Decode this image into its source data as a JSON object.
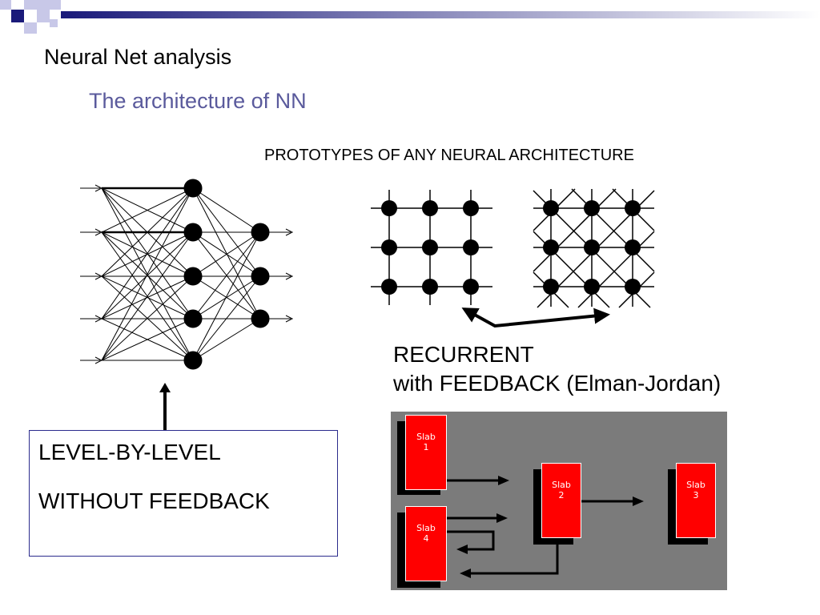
{
  "slide": {
    "title": "Neural Net analysis",
    "subtitle": "The architecture of NN",
    "prototypes_heading": "PROTOTYPES OF ANY NEURAL ARCHITECTURE",
    "recurrent_line1": "RECURRENT",
    "recurrent_line2": "with FEEDBACK (Elman-Jordan)",
    "level_line1": "LEVEL-BY-LEVEL",
    "level_line2": "WITHOUT FEEDBACK"
  },
  "slab_diagram": {
    "background": "#7b7b7b",
    "slab_color": "#ff0000",
    "slabs": [
      {
        "word": "Slab",
        "num": "1"
      },
      {
        "word": "Slab",
        "num": "2"
      },
      {
        "word": "Slab",
        "num": "3"
      },
      {
        "word": "Slab",
        "num": "4"
      }
    ]
  },
  "colors": {
    "title": "#000000",
    "subtitle": "#5a5a9c",
    "box_border": "#2b2b8c",
    "header_accent": "#1a1a7a"
  }
}
